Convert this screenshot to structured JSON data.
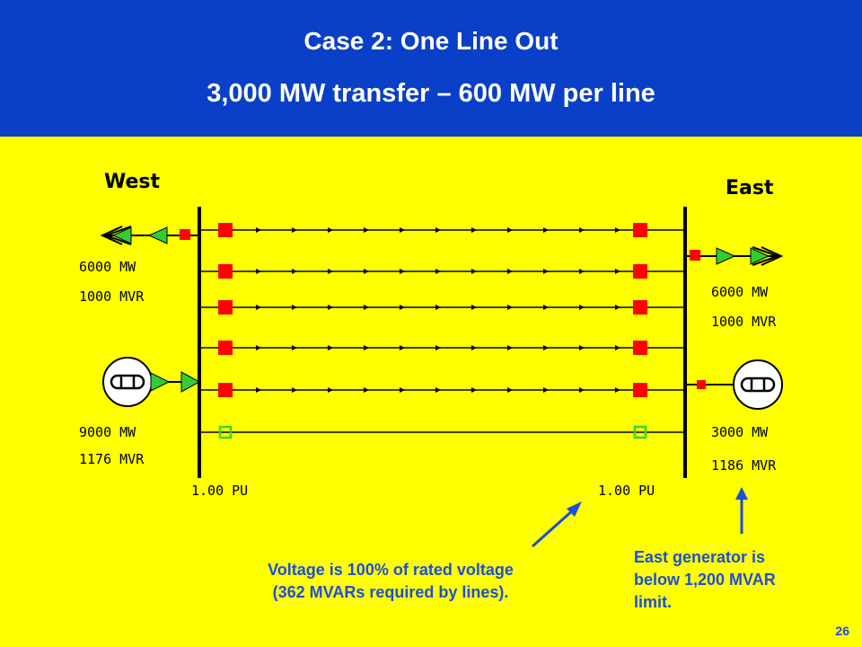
{
  "header": {
    "title": "Case 2: One Line Out",
    "subtitle": "3,000 MW transfer – 600 MW per line",
    "background_color": "#0a3fc7"
  },
  "diagram": {
    "background_color": "#ffff00",
    "west": {
      "label": "West",
      "load": {
        "mw": "6000 MW",
        "mvr": "1000 MVR"
      },
      "generator": {
        "mw": "9000 MW",
        "mvr": "1176 MVR"
      },
      "bus_voltage": "1.00 PU"
    },
    "east": {
      "label": "East",
      "load": {
        "mw": "6000 MW",
        "mvr": "1000 MVR"
      },
      "generator": {
        "mw": "3000 MW",
        "mvr": "1186 MVR"
      },
      "bus_voltage": "1.00 PU"
    },
    "lines": [
      {
        "status": "closed"
      },
      {
        "status": "closed"
      },
      {
        "status": "closed"
      },
      {
        "status": "closed"
      },
      {
        "status": "closed"
      },
      {
        "status": "open"
      }
    ],
    "colors": {
      "breaker_closed": "#ff0000",
      "breaker_open": "#39d339",
      "flow_arrow": "#33cc33"
    }
  },
  "annotations": {
    "voltage_note_line1": "Voltage is 100% of rated voltage",
    "voltage_note_line2": "(362 MVARs required by lines).",
    "gen_note_line1": "East generator  is",
    "gen_note_line2": "below 1,200 MVAR",
    "gen_note_line3": "limit.",
    "color": "#1d4fd8"
  },
  "page_number": "26"
}
